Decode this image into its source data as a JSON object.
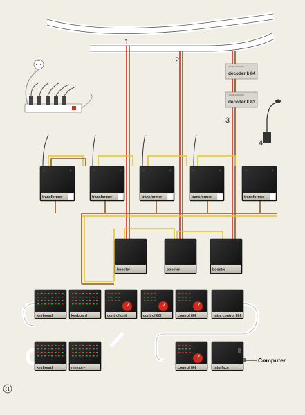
{
  "page_number": "3",
  "connection_markers": [
    "1",
    "2",
    "3",
    "4"
  ],
  "decoders": [
    {
      "label": "decoder  k 84",
      "header_text": "MÄRKLIN  DIGITAL"
    },
    {
      "label": "decoder  k 83",
      "header_text": "MÄRKLIN  DIGITAL"
    }
  ],
  "transformers": [
    "transformer",
    "transformer",
    "transformer",
    "transformer",
    "transformer"
  ],
  "boosters": [
    "booster",
    "booster",
    "booster"
  ],
  "control_units_row1": [
    "keyboard",
    "keyboard",
    "control unit",
    "control 80f",
    "control 80f",
    "intra control 80f"
  ],
  "control_units_row2": [
    "keyboard",
    "memory",
    "control 80f",
    "interface"
  ],
  "computer_label": "Computer",
  "colors": {
    "track_red": "#d42a1e",
    "track_yellow": "#e8c32a",
    "wire_brown": "#8a5a2b",
    "panel": "#1e1e1e",
    "label_strip": "#d0cdc4"
  }
}
